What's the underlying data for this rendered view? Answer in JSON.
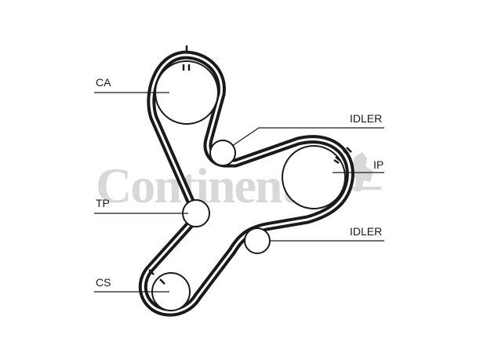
{
  "watermark": {
    "brand": "Continental",
    "color": "#d4d4d4"
  },
  "labels": {
    "ca": "CA",
    "idler_top": "IDLER",
    "ip": "IP",
    "tp": "TP",
    "idler_bottom": "IDLER",
    "cs": "CS"
  },
  "colors": {
    "belt": "#1a1a1a",
    "background": "#ffffff"
  }
}
